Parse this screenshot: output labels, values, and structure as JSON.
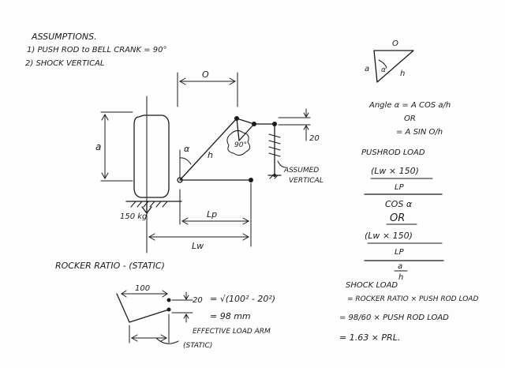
{
  "assumptions": {
    "heading": "ASSUMPTIONS.",
    "item1": "1) PUSH ROD to BELL CRANK = 90°",
    "item2": "2) SHOCK VERTICAL"
  },
  "linkage": {
    "dim_o": "O",
    "dim_a": "a",
    "angle_alpha": "α",
    "link_h": "h",
    "crank_angle": "90°",
    "dim_20": "20",
    "assumed_vertical_1": "ASSUMED",
    "assumed_vertical_2": "VERTICAL",
    "load_150kg": "150 kg",
    "dim_lp": "Lp",
    "dim_lw": "Lw"
  },
  "triangle": {
    "side_o": "O",
    "side_a": "a",
    "side_h": "h",
    "angle_alpha": "α"
  },
  "formulas": {
    "angle_line1": "Angle α = A COS a/h",
    "angle_or": "OR",
    "angle_line2": "= A SIN O/h",
    "pushrod_heading": "PUSHROD LOAD",
    "pushrod_num": "(Lw × 150)",
    "pushrod_den_lp": "LP",
    "pushrod_cos": "COS α",
    "big_or": "OR",
    "second_num": "(Lw × 150)",
    "second_den_lp": "LP",
    "frac_a": "a",
    "frac_h": "h",
    "shock_heading": "SHOCK LOAD",
    "shock_line1": "= ROCKER RATIO × PUSH ROD LOAD",
    "shock_line2": "= 98/60 × PUSH ROD LOAD",
    "shock_line3": "= 1.63 × PRL."
  },
  "rocker": {
    "heading": "ROCKER RATIO - (STATIC)",
    "dim_100": "100",
    "dim_20": "20",
    "calc_line1": "= √(100² - 20²)",
    "calc_line2": "= 98 mm",
    "effective_1": "EFFECTIVE LOAD ARM",
    "effective_2": "(STATIC)"
  }
}
